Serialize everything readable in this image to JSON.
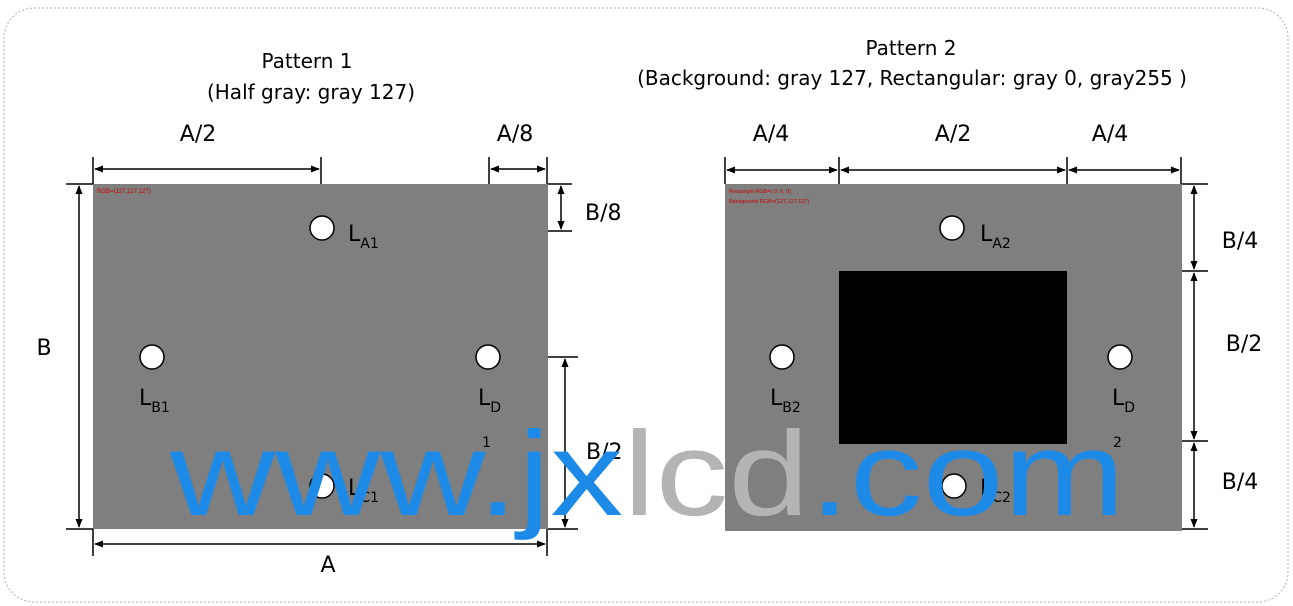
{
  "pattern1": {
    "title": "Pattern 1",
    "subtitle": "(Half gray: gray 127)",
    "dims": {
      "top_left": "A/2",
      "top_right": "A/8",
      "right_top": "B/8",
      "right_mid": "B/2",
      "left": "B",
      "bottom": "A"
    },
    "rgb_label": "RGB=(127,127,127)",
    "points": {
      "a": {
        "main": "L",
        "sub": "A1"
      },
      "b": {
        "main": "L",
        "sub": "B1"
      },
      "c": {
        "main": "L",
        "sub": "C1"
      },
      "d": {
        "main": "L",
        "sub": "D",
        "extra": "1"
      }
    },
    "colors": {
      "background": "#7f7f7f"
    }
  },
  "pattern2": {
    "title": "Pattern 2",
    "subtitle": "(Background: gray 127, Rectangular: gray 0, gray255 )",
    "dims": {
      "top_left": "A/4",
      "top_mid": "A/2",
      "top_right": "A/4",
      "right_top": "B/4",
      "right_mid": "B/2",
      "right_bottom": "B/4"
    },
    "rect_label": "Rectangle RGB=( 0, 0, 0)",
    "bg_label": "Background RGB=(127,127,127)",
    "points": {
      "a": {
        "main": "L",
        "sub": "A2"
      },
      "b": {
        "main": "L",
        "sub": "B2"
      },
      "c": {
        "main": "L",
        "sub": "C2"
      },
      "d": {
        "main": "L",
        "sub": "D",
        "extra": "2"
      }
    },
    "colors": {
      "background": "#7f7f7f",
      "rectangle": "#000000"
    }
  },
  "watermark": {
    "part1": "www.jx",
    "part2": "lcd",
    "part3": ".com",
    "color_blue": "#1e8ae8",
    "color_gray": "#b4b4b4"
  },
  "colors": {
    "label_red": "#cc0000",
    "border": "#b0b0b0"
  }
}
